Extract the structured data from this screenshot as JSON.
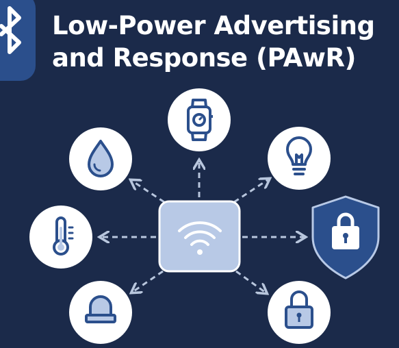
{
  "header": {
    "title_line1": "Low-Power Advertising",
    "title_line2": "and Response (PAwR)",
    "logo_icon": "bluetooth-icon"
  },
  "colors": {
    "background": "#1b2a4a",
    "accent": "#2b4f8c",
    "hub_fill": "#b8c9e6",
    "node_fill": "#ffffff",
    "arrow": "#b8c6dd"
  },
  "hub": {
    "icon": "wifi-icon"
  },
  "nodes": [
    {
      "name": "smartwatch",
      "icon": "watch-icon"
    },
    {
      "name": "lightbulb",
      "icon": "bulb-icon"
    },
    {
      "name": "water-drop",
      "icon": "drop-icon"
    },
    {
      "name": "thermometer",
      "icon": "thermometer-icon"
    },
    {
      "name": "security-shield",
      "icon": "shield-lock-icon"
    },
    {
      "name": "alarm-light",
      "icon": "alarm-icon"
    },
    {
      "name": "padlock",
      "icon": "padlock-icon"
    }
  ]
}
